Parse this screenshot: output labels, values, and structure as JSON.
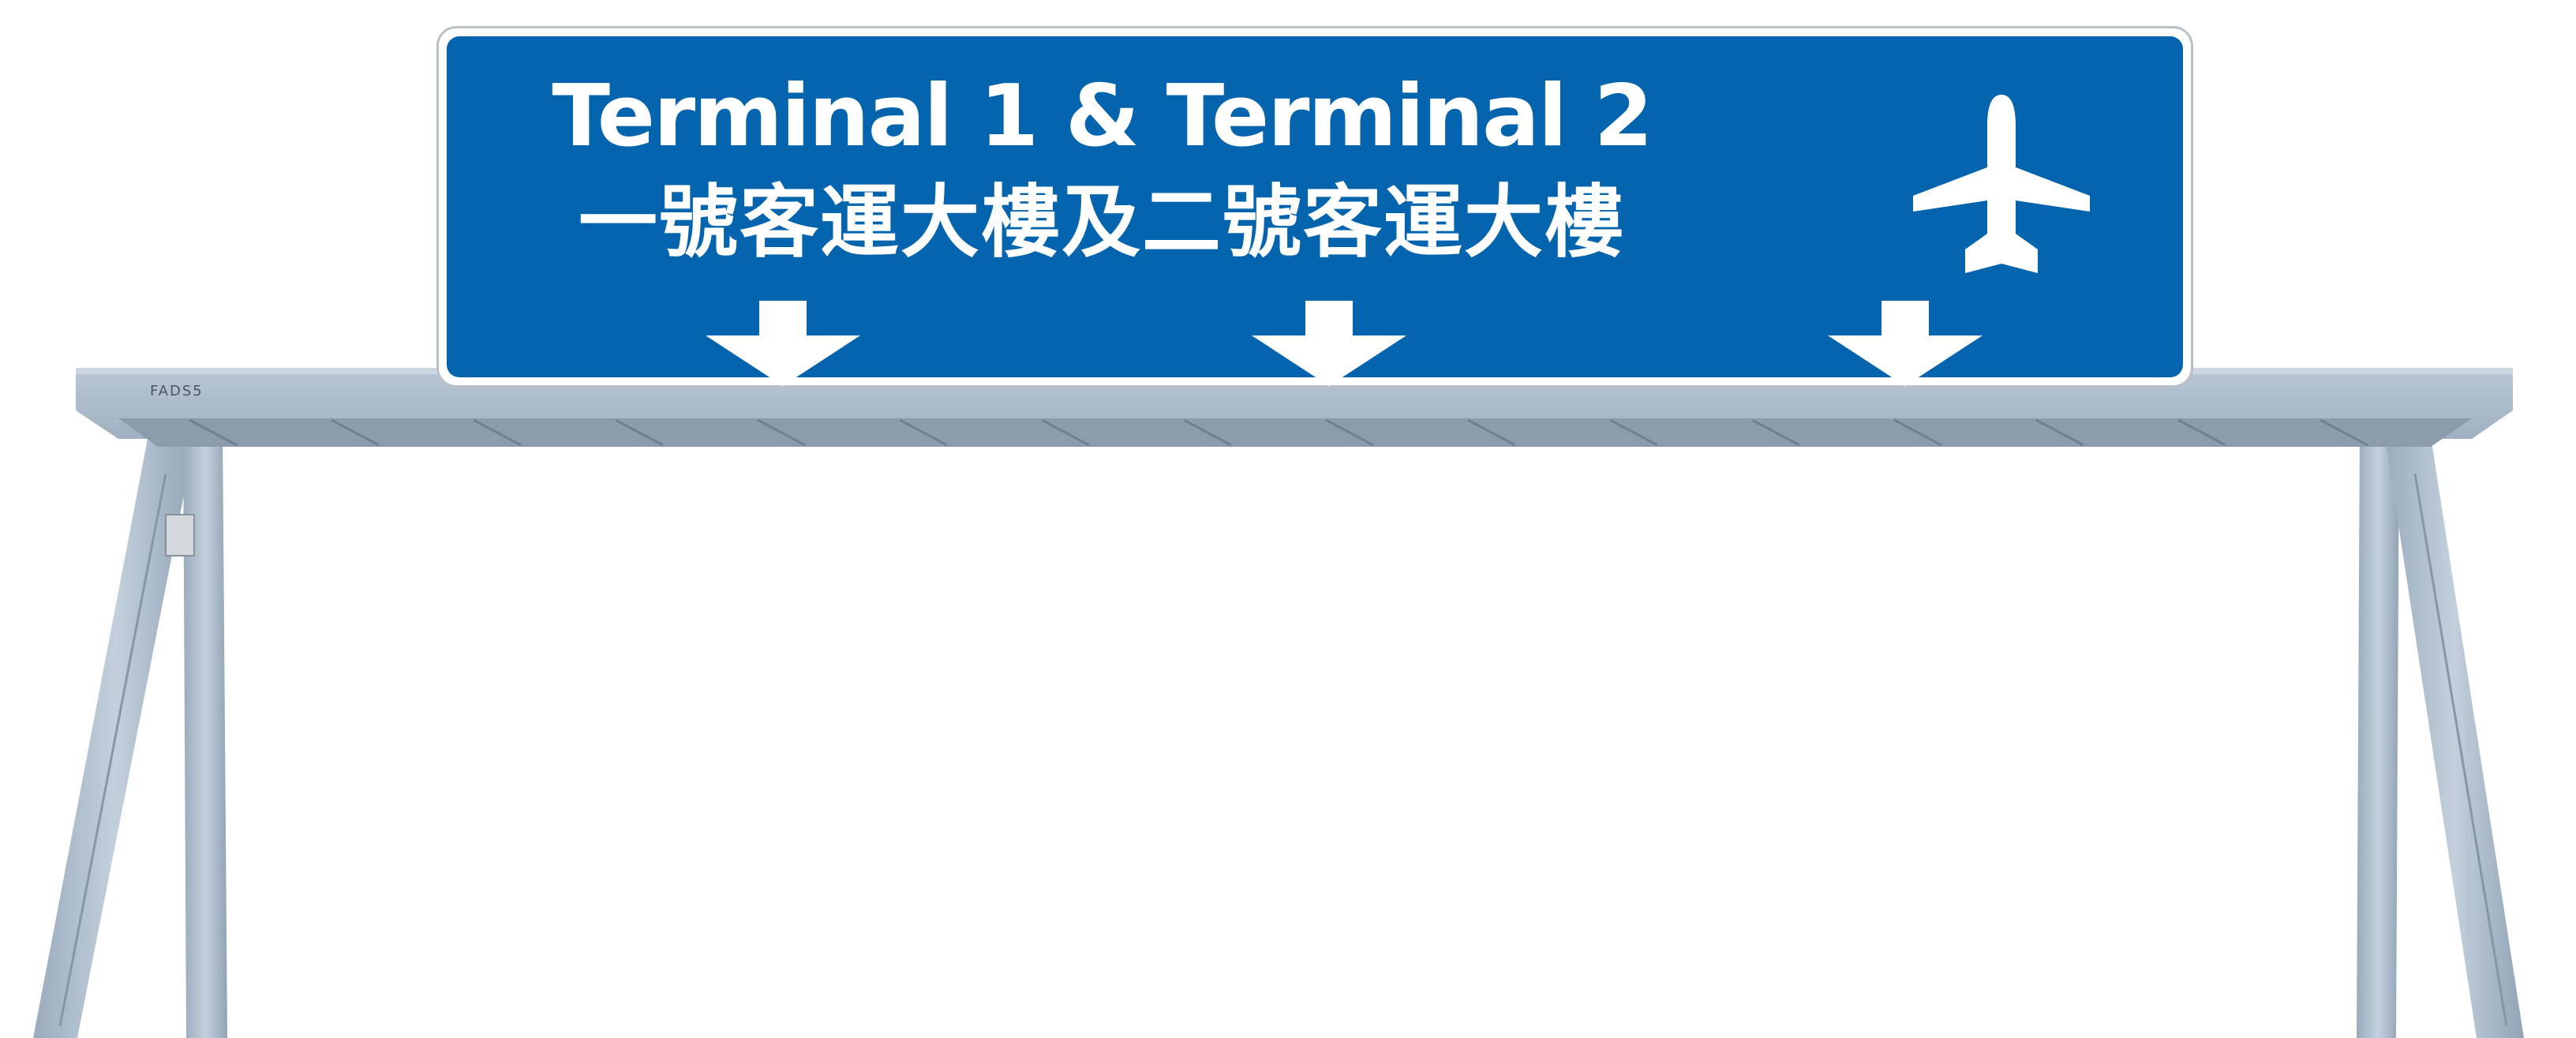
{
  "scene": {
    "description_kind": "overhead gantry direction sign",
    "background_color": "#ffffff"
  },
  "sign": {
    "line_english": "Terminal 1 & Terminal 2",
    "line_chinese": "一號客運大樓及二號客運大樓",
    "icon": "airplane-icon",
    "arrows": [
      "arrow-down-icon",
      "arrow-down-icon",
      "arrow-down-icon"
    ],
    "colors": {
      "face": "#0464ae",
      "legend": "#ffffff",
      "border": "#ffffff"
    }
  },
  "gantry": {
    "stamp": "FADS5",
    "colors": {
      "steel": "#a9b9c9",
      "steel_shadow": "#7f8f9f",
      "steel_light": "#c9d5e0"
    }
  }
}
